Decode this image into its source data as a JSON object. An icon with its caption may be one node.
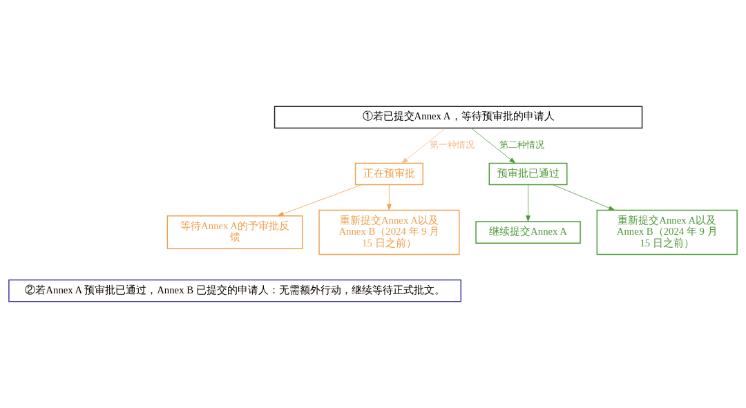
{
  "diagram": {
    "nodes": [
      {
        "text": [
          "①若已提交Annex A，等待预审批的申请人"
        ]
      },
      {
        "text": [
          "正在预审批"
        ]
      },
      {
        "text": [
          "预审批已通过"
        ]
      },
      {
        "text": [
          "等待Annex A的予审批反馈"
        ]
      },
      {
        "text": [
          "重新提交Annex A以及Annex B（2024 年 9 月 15 日之前）"
        ]
      },
      {
        "text": [
          "继续提交Annex A"
        ]
      },
      {
        "text": [
          "重新提交Annex A以及Annex B（2024 年 9 月 15 日之前）"
        ]
      },
      {
        "text": [
          "②若Annex A 预审批已通过，Annex B 已提交的申请人：无需额外行动，继续等待正式批文。"
        ]
      }
    ],
    "edges": [
      {
        "from": 0,
        "to": 1,
        "arrow": "to",
        "label": "第一种情况",
        "color": "#f5b98a"
      },
      {
        "from": 0,
        "to": 2,
        "arrow": "to",
        "label": "第二种情况",
        "color": "#4e9a3a"
      },
      {
        "from": 1,
        "to": 3,
        "arrow": "to",
        "color": "#f0a050"
      },
      {
        "from": 1,
        "to": 4,
        "arrow": "to",
        "color": "#f0a050"
      },
      {
        "from": 2,
        "to": 5,
        "arrow": "to",
        "color": "#4e9a3a"
      },
      {
        "from": 2,
        "to": 6,
        "arrow": "to",
        "color": "#4e9a3a"
      }
    ]
  }
}
